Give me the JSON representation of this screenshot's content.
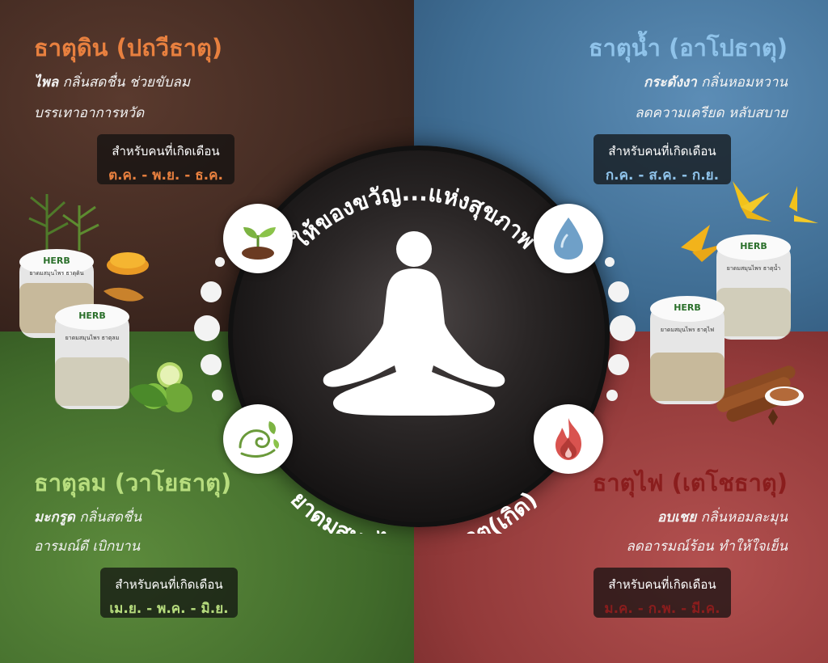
{
  "center": {
    "top_text": "ให้ของขวัญ...แห่งสุขภาพ",
    "bottom_text": "ยาดมสมุนไพรตามธาตุ(เกิด)"
  },
  "earth": {
    "title": "ธาตุดิน (ปถวีธาตุ)",
    "herb": "ไพล",
    "line1_rest": " กลิ่นสดชื่น ช่วยขับลม",
    "line2": "บรรเทาอาการหวัด",
    "box_label": "สำหรับคนที่เกิดเดือน",
    "months": "ต.ค. - พ.ย. - ธ.ค.",
    "color": "#e8803f",
    "product_label": "ยาดมสมุนไพร ธาตุดิน"
  },
  "water": {
    "title": "ธาตุน้ำ (อาโปธาตุ)",
    "herb": "กระดังงา",
    "line1_rest": " กลิ่นหอมหวาน",
    "line2": "ลดความเครียด หลับสบาย",
    "box_label": "สำหรับคนที่เกิดเดือน",
    "months": "ก.ค. - ส.ค. - ก.ย.",
    "color": "#8fc3ea",
    "product_label": "ยาดมสมุนไพร ธาตุน้ำ"
  },
  "wind": {
    "title": "ธาตุลม (วาโยธาตุ)",
    "herb": "มะกรูด",
    "line1_rest": " กลิ่นสดชื่น",
    "line2": "อารมณ์ดี เบิกบาน",
    "box_label": "สำหรับคนที่เกิดเดือน",
    "months": "เม.ย. - พ.ค. - มิ.ย.",
    "color": "#b7dd7e",
    "product_label": "ยาดมสมุนไพร ธาตุลม"
  },
  "fire": {
    "title": "ธาตุไฟ (เตโชธาตุ)",
    "herb": "อบเชย",
    "line1_rest": " กลิ่นหอมละมุน",
    "line2": "ลดอารมณ์ร้อน ทำให้ใจเย็น",
    "box_label": "สำหรับคนที่เกิดเดือน",
    "months": "ม.ค. - ก.พ. - มี.ค.",
    "color": "#8a1d1d",
    "product_label": "ยาดมสมุนไพร ธาตุไฟ"
  },
  "brand": "HERB",
  "icons": {
    "earth": "sprout-icon",
    "water": "water-drop-icon",
    "wind": "wind-swirl-icon",
    "fire": "flame-icon",
    "center": "meditation-figure-icon"
  }
}
